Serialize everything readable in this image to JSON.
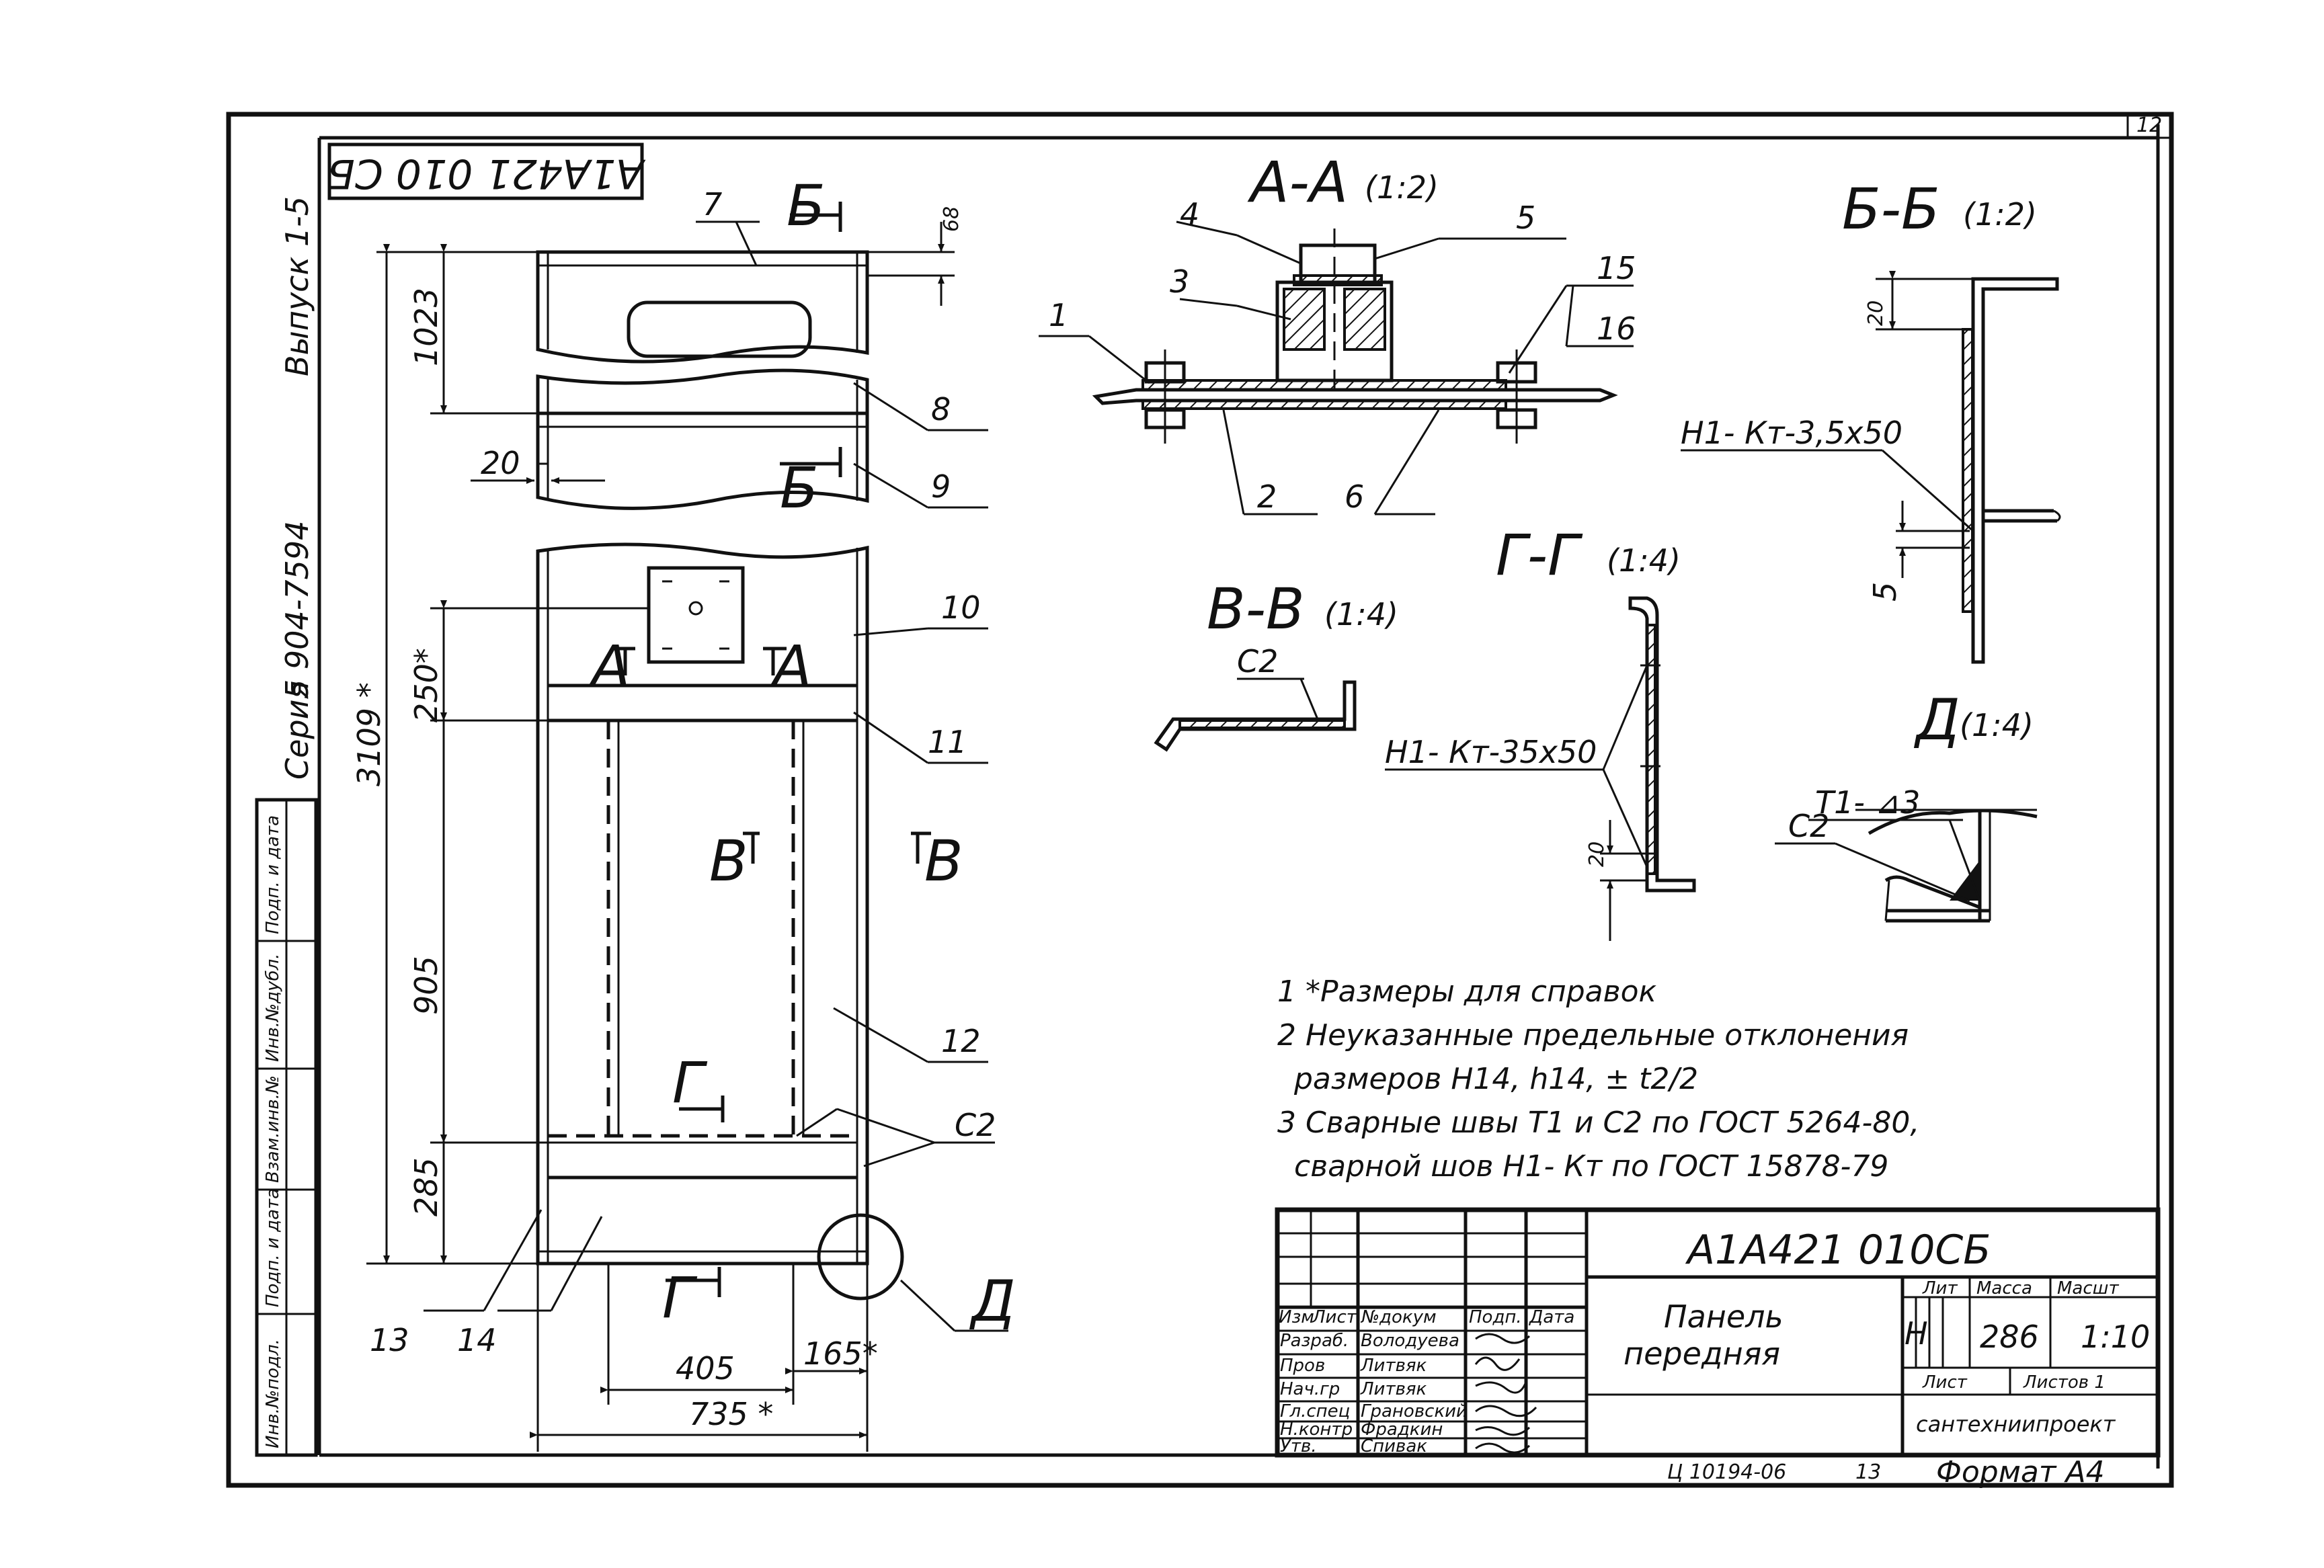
{
  "sheet": {
    "page_number": "12",
    "designation_rotated": "А1А421 010 СБ",
    "series": "Серия",
    "series_number": "5 904-7594",
    "issue": "Выпуск 1-5",
    "side_stamp": [
      "Инв.№подл.",
      "Подп. и дата",
      "Взам.инв.№",
      "Инв.№дубл.",
      "Подп. и дата"
    ]
  },
  "main_view": {
    "dimensions": {
      "d68": "68",
      "d1023": "1023",
      "d20": "20",
      "d250": "250*",
      "d3109": "3109 *",
      "d905": "905",
      "d285": "285",
      "d405": "405",
      "d165": "165*",
      "d735": "735 *"
    },
    "section_marks": {
      "b_top": "Б",
      "b_mid": "Б",
      "a_left": "А",
      "a_right": "А",
      "v_left": "В",
      "v_right": "В",
      "g_top": "Г",
      "g_bottom": "Г",
      "d_callout": "Д"
    },
    "weld_label": "С2",
    "items": [
      "7",
      "8",
      "9",
      "10",
      "11",
      "12",
      "13",
      "14"
    ]
  },
  "section_aa": {
    "title": "А-А",
    "scale": "(1:2)",
    "items": [
      "1",
      "2",
      "3",
      "4",
      "5",
      "6",
      "15",
      "16"
    ]
  },
  "section_bb": {
    "title": "Б-Б",
    "scale": "(1:2)",
    "dim20": "20",
    "dim5": "5",
    "weld": "Н1- Кт-3,5х50"
  },
  "section_vv": {
    "title": "В-В",
    "scale": "(1:4)",
    "weld": "С2"
  },
  "section_gg": {
    "title": "Г-Г",
    "scale": "(1:4)",
    "dim20": "20",
    "weld": "Н1- Кт-35х50"
  },
  "detail_d": {
    "title": "Д",
    "scale": "(1:4)",
    "weld_t1": "Т1- ⊿3",
    "weld_c2": "С2"
  },
  "notes": [
    "1 *Размеры для справок",
    "2 Неуказанные предельные отклонения",
    "размеров Н14, h14, ± t2/2",
    "3 Сварные швы Т1 и С2 по ГОСТ 5264-80,",
    "сварной шов Н1- Кт по ГОСТ 15878-79"
  ],
  "title_block": {
    "designation": "А1А421 010СБ",
    "name_line1": "Панель",
    "name_line2": "передняя",
    "col_headers": [
      "Изм",
      "Лист",
      "№докум",
      "Подп.",
      "Дата"
    ],
    "rows": [
      {
        "role": "Разраб.",
        "name": "Володуева"
      },
      {
        "role": "Пров",
        "name": "Литвяк"
      },
      {
        "role": "Нач.гр",
        "name": "Литвяк"
      },
      {
        "role": "Гл.спец",
        "name": "Грановский"
      },
      {
        "role": "Н.контр",
        "name": "Фрадкин"
      },
      {
        "role": "Утв.",
        "name": "Спивак"
      }
    ],
    "lit_label": "Лит",
    "mass_label": "Масса",
    "scale_label": "Масшт",
    "lit_value": "Н",
    "mass_value": "286",
    "scale_value": "1:10",
    "sheet_label": "Лист",
    "sheets_label": "Листов 1",
    "organization": "сантехниипроект",
    "footer_code": "Ц 10194-06",
    "footer_page": "13",
    "format": "Формат А4"
  }
}
